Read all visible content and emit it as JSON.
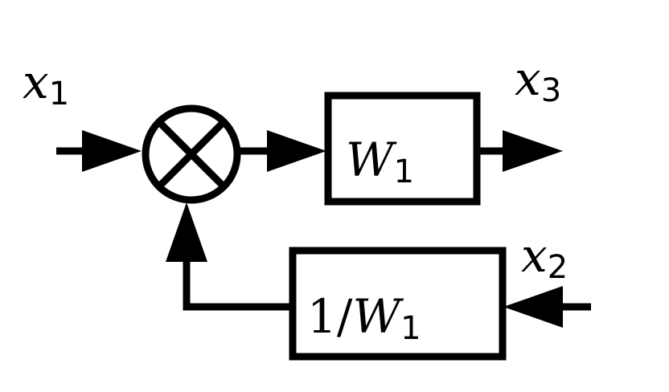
{
  "diagram": {
    "inputs": {
      "x1": {
        "symbol": "x",
        "subscript": "1"
      },
      "x2": {
        "symbol": "x",
        "subscript": "2"
      }
    },
    "output": {
      "x3": {
        "symbol": "x",
        "subscript": "3"
      }
    },
    "blocks": {
      "forward": {
        "symbol": "W",
        "subscript": "1",
        "prefix": ""
      },
      "feedback": {
        "prefix": "1/",
        "symbol": "W",
        "subscript": "1"
      }
    },
    "summing_junction": {
      "operator": "multiply"
    }
  }
}
